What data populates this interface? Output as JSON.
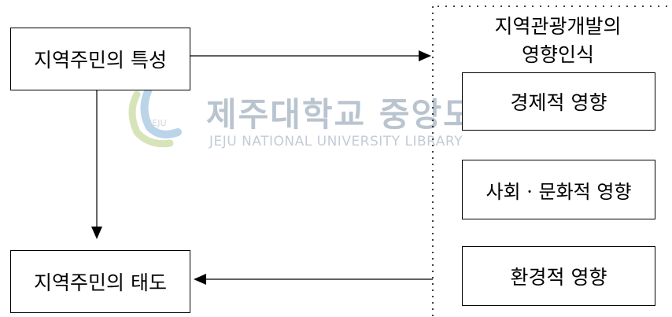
{
  "diagram": {
    "resident_characteristics": "지역주민의 특성",
    "resident_attitude": "지역주민의 태도",
    "perception_title_line1": "지역관광개발의",
    "perception_title_line2": "영향인식",
    "impacts": [
      "경제적 영향",
      "사회 · 문화적 영향",
      "환경적 영향"
    ]
  },
  "watermark": {
    "title": "제주대학교 중앙도서관",
    "subtitle": "JEJU NATIONAL UNIVERSITY LIBRARY",
    "logo_text": "JEJU"
  }
}
